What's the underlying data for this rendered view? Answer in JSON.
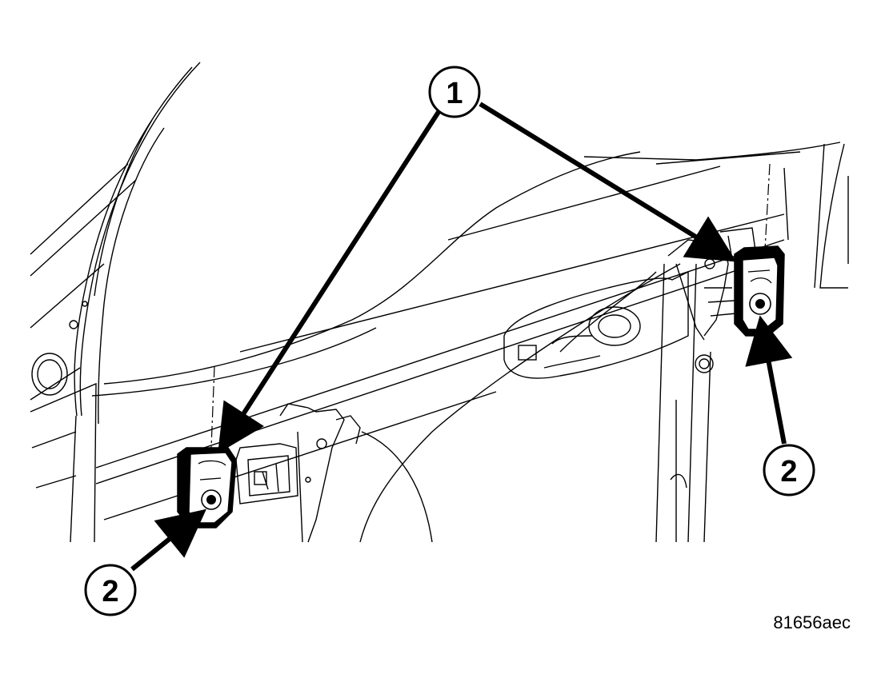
{
  "diagram": {
    "callouts": [
      {
        "id": "callout-1",
        "label": "1"
      },
      {
        "id": "callout-2-left",
        "label": "2"
      },
      {
        "id": "callout-2-right",
        "label": "2"
      }
    ],
    "figure_id": "81656aec"
  },
  "colors": {
    "line": "#000000",
    "background": "#ffffff",
    "fill_dark": "#000000"
  }
}
